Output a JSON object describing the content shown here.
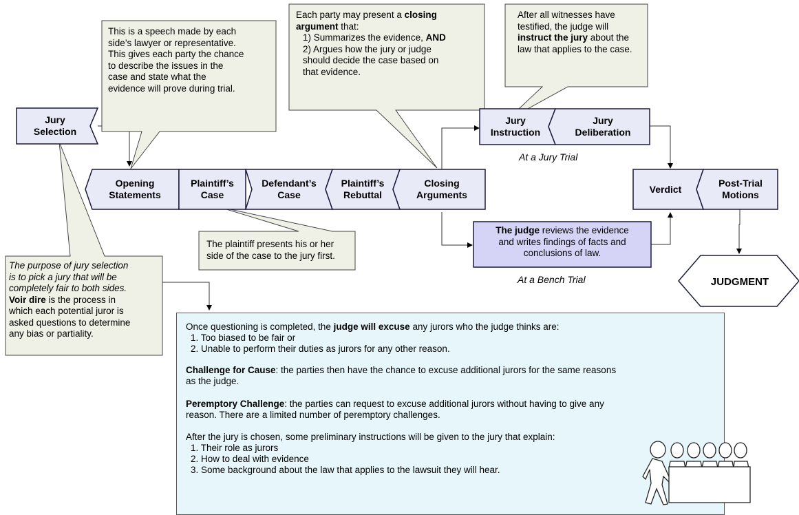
{
  "steps": {
    "jury_selection": [
      "Jury",
      "Selection"
    ],
    "opening_statements": [
      "Opening",
      "Statements"
    ],
    "plaintiffs_case": [
      "Plaintiff’s",
      "Case"
    ],
    "defendants_case": [
      "Defendant’s",
      "Case"
    ],
    "plaintiffs_rebuttal": [
      "Plaintiff’s",
      "Rebuttal"
    ],
    "closing_arguments": [
      "Closing",
      "Arguments"
    ],
    "jury_instruction": [
      "Jury",
      "Instruction"
    ],
    "jury_deliberation": [
      "Jury",
      "Deliberation"
    ],
    "verdict": "Verdict",
    "post_trial_motions": [
      "Post-Trial",
      "Motions"
    ],
    "judgment": "JUDGMENT"
  },
  "captions": {
    "jury_trial": "At a Jury Trial",
    "bench_trial": "At a Bench Trial"
  },
  "bench_box": {
    "line1_bold": "The judge",
    "line1_rest": " reviews the evidence",
    "line2": "and writes findings of facts and",
    "line3": "conclusions of law."
  },
  "callouts": {
    "opening": [
      "This is a speech made by each",
      "side’s lawyer or representative.",
      "This gives each party the chance",
      "to describe the issues in the",
      "case and state what the",
      "evidence will  prove during trial."
    ],
    "closing": {
      "l1_pre": "Each party may present a ",
      "l1_bold": "closing",
      "l2_bold": "argument",
      "l2_rest": " that:",
      "l3_pre": "1) Summarizes the evidence, ",
      "l3_bold": "AND",
      "l4": "2) Argues how the jury or judge",
      "l5": "should decide the case based on",
      "l6": "that evidence."
    },
    "instruction": {
      "l1": "After all witnesses have",
      "l2": "testified, the judge will",
      "l3_bold": "instruct the jury",
      "l3_rest": " about the",
      "l4": "law that applies to the case."
    },
    "plaintiff": [
      "The plaintiff presents his or her",
      "side of the case to the jury first."
    ],
    "selection": {
      "l1": "The purpose of jury selection",
      "l2": "is to pick a jury that will be",
      "l3": "completely fair to both sides.",
      "l4_bold": "Voir dire",
      "l4_rest": " is the process in",
      "l5": "which  each potential juror is",
      "l6": "asked questions to determine",
      "l7": "any bias or partiality."
    }
  },
  "details": {
    "intro_pre": "Once questioning is completed, the ",
    "intro_bold": "judge will excuse",
    "intro_rest": " any jurors who the judge thinks are:",
    "excuse_items": [
      "1.  Too biased to be fair or",
      "2.  Unable to perform their duties as jurors for any other reason."
    ],
    "cause_bold": "Challenge for Cause",
    "cause_rest1": ": the parties then have the chance to excuse additional jurors for the same reasons",
    "cause_rest2": "as the judge.",
    "peremptory_bold": "Peremptory Challenge",
    "peremptory_rest1": ": the parties can request to excuse additional jurors without having to give any",
    "peremptory_rest2": "reason.  There are a limited number of peremptory challenges.",
    "after": "After the jury is chosen, some preliminary instructions will be given to the jury that explain:",
    "after_items": [
      "1. Their role as jurors",
      "2.  How to deal with evidence",
      "3.  Some background about the law that applies to the lawsuit they will hear."
    ]
  },
  "colors": {
    "step_fill": "#e9eaf8",
    "step_stroke": "#1a1a3a",
    "callout_fill": "#f0f1e6",
    "bench_fill": "#d6d4f6",
    "detail_fill": "#e7f6fb"
  },
  "icons": [
    "jurors-illustration"
  ]
}
